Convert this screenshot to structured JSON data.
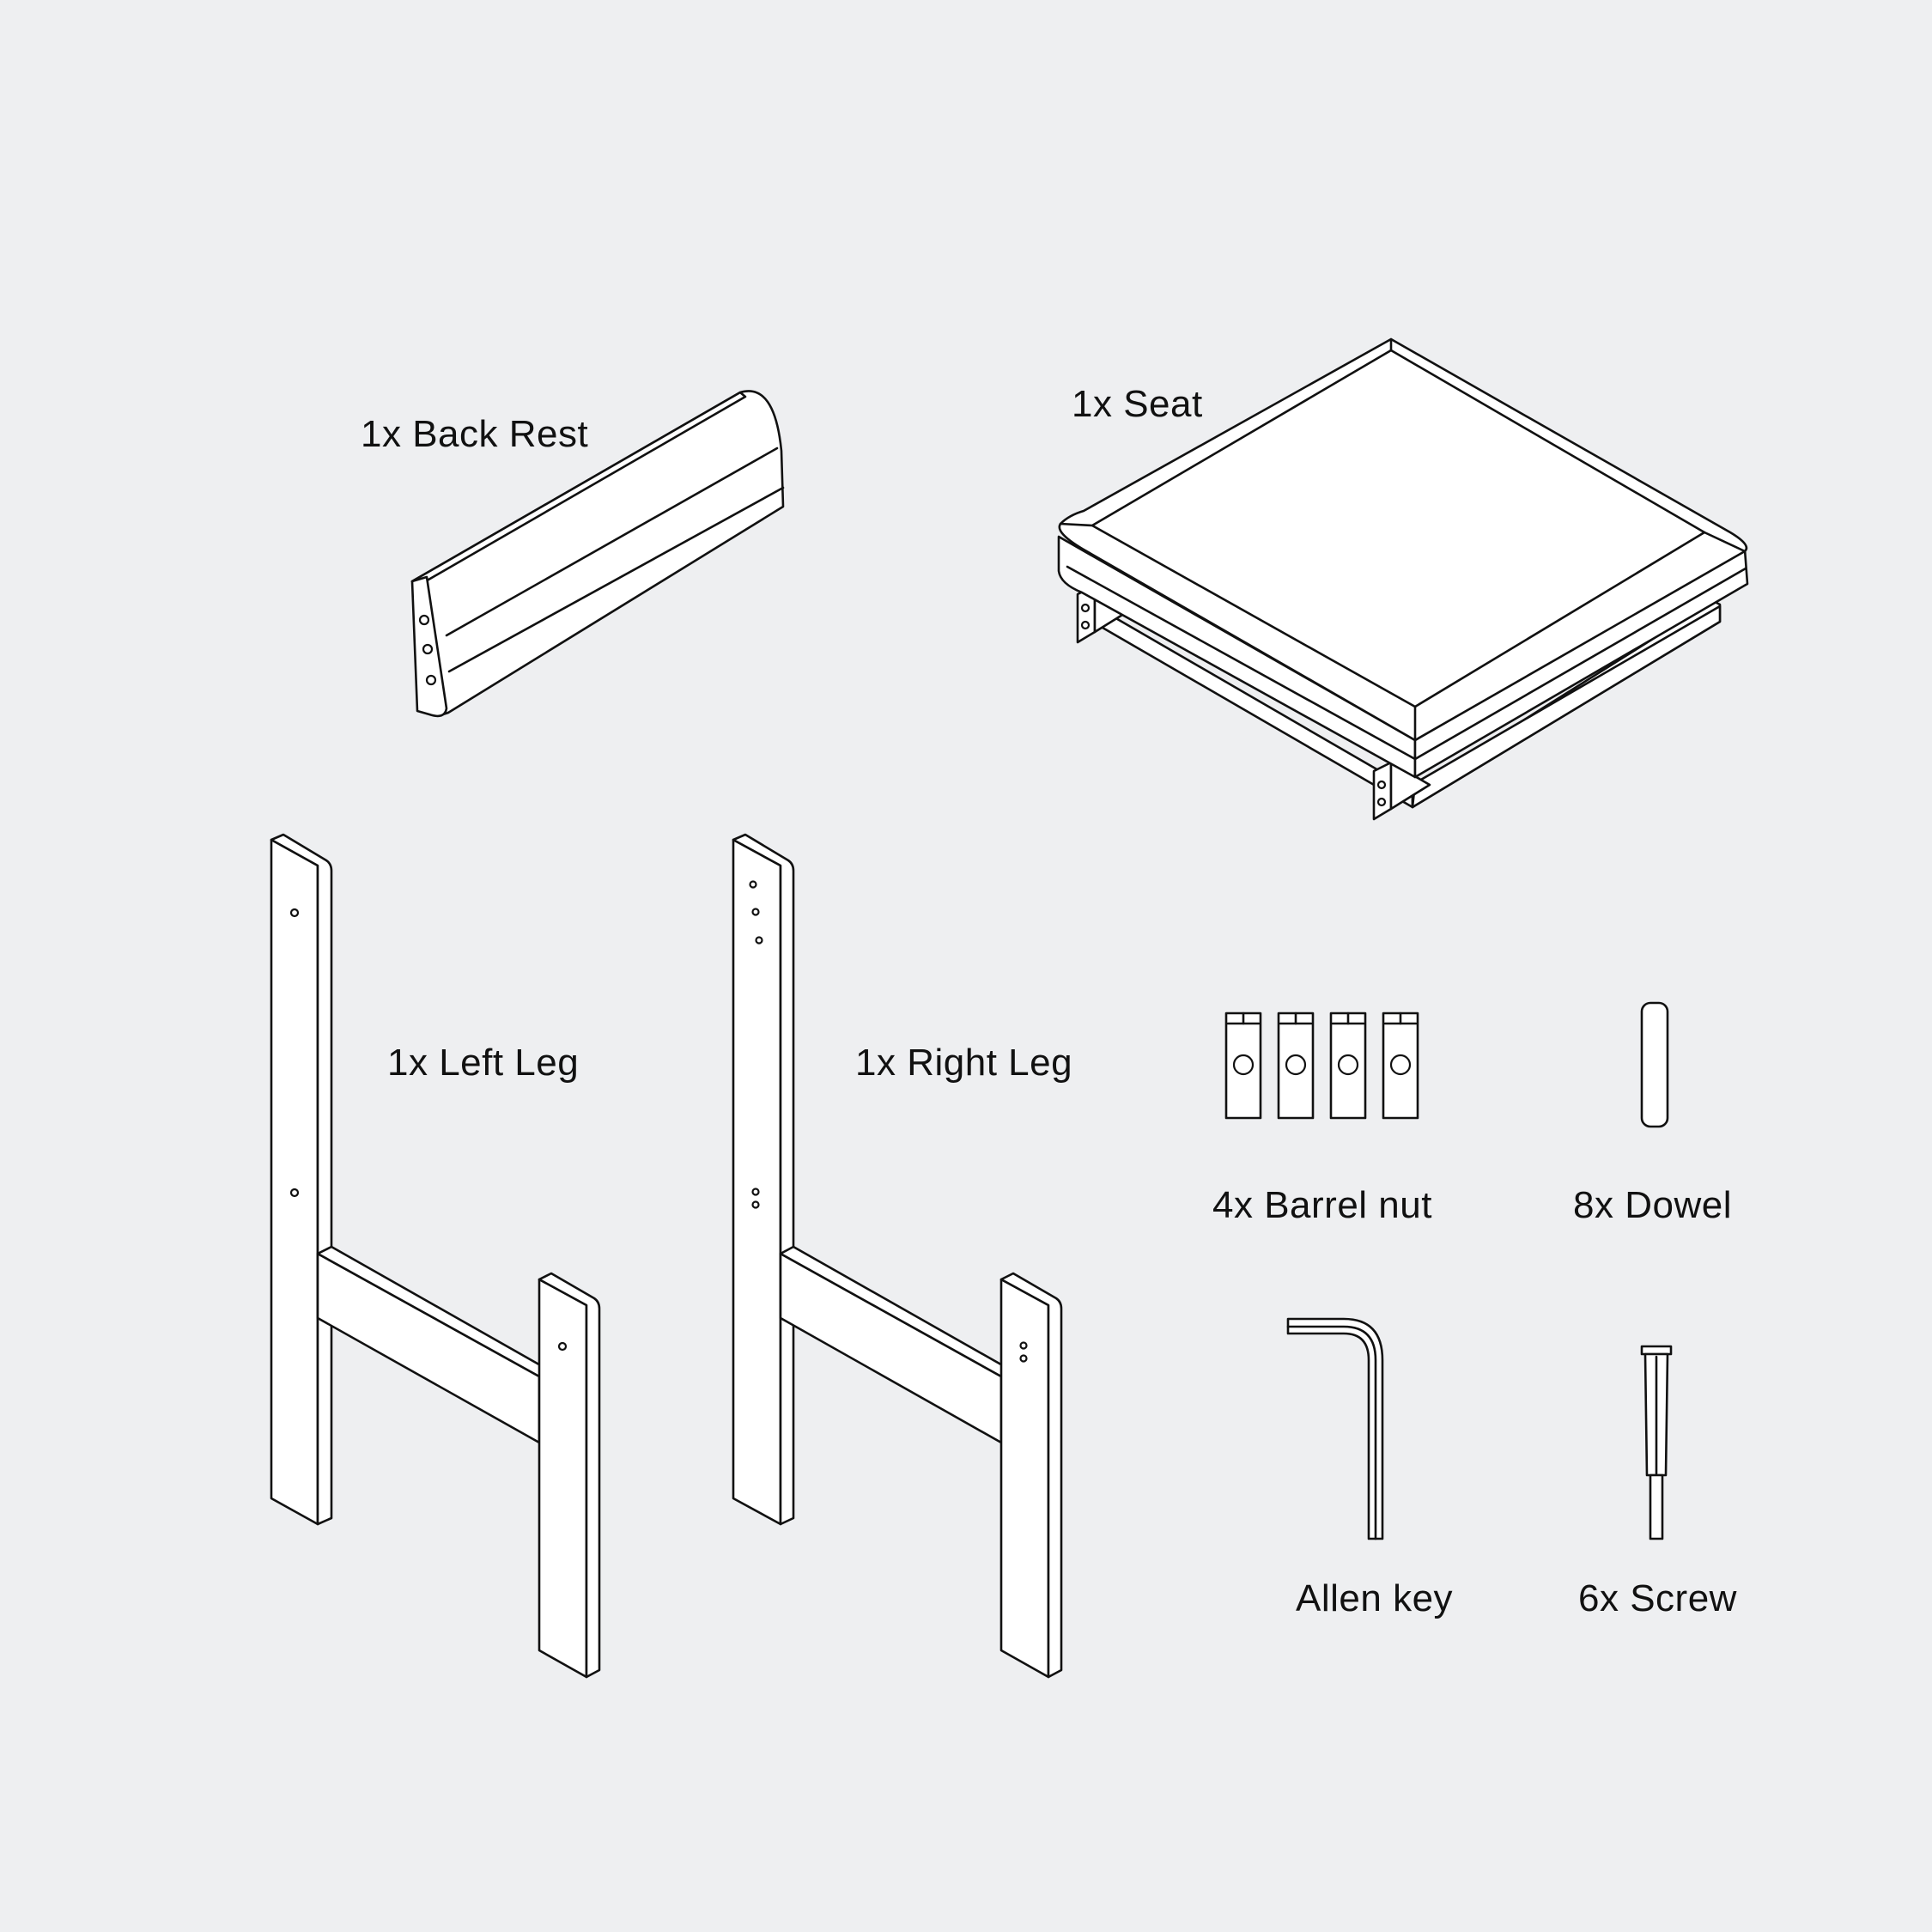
{
  "colors": {
    "background": "#eeeff1",
    "line": "#111111",
    "fill": "#ffffff"
  },
  "parts": {
    "back_rest": {
      "label": "1x Back Rest",
      "icon": "back-rest-icon"
    },
    "seat": {
      "label": "1x Seat",
      "icon": "seat-icon"
    },
    "left_leg": {
      "label": "1x Left Leg",
      "icon": "left-leg-icon"
    },
    "right_leg": {
      "label": "1x Right Leg",
      "icon": "right-leg-icon"
    },
    "barrel_nut": {
      "label": "4x Barrel nut",
      "icon": "barrel-nut-icon"
    },
    "dowel": {
      "label": "8x Dowel",
      "icon": "dowel-icon"
    },
    "allen_key": {
      "label": "Allen key",
      "icon": "allen-key-icon"
    },
    "screw": {
      "label": "6x Screw",
      "icon": "screw-icon"
    }
  }
}
